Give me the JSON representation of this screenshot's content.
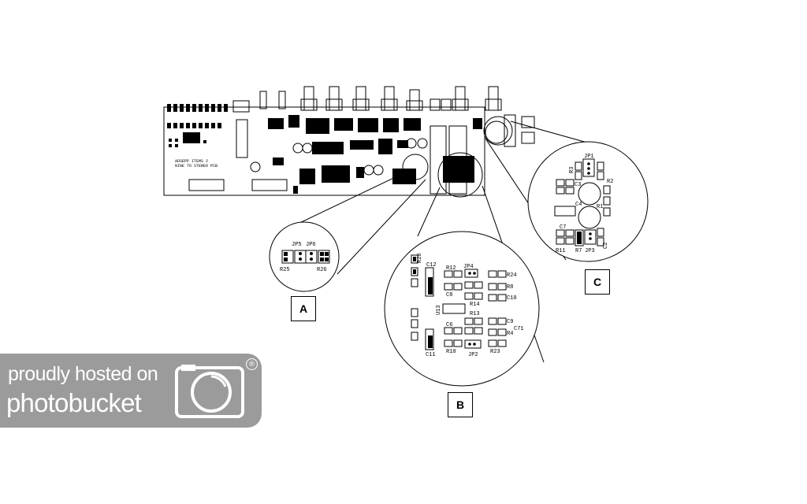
{
  "pcb": {
    "board_text_1": "ADSEPP ITEMS 2",
    "board_text_2": "NINE TO STEREO PCB"
  },
  "callout_a": {
    "letter": "A",
    "labels": [
      "JP5",
      "JP6",
      "R25",
      "R26"
    ]
  },
  "callout_b": {
    "letter": "B",
    "labels": [
      "R28",
      "C12",
      "R12",
      "JP4",
      "R24",
      "R8",
      "C8",
      "C10",
      "R14",
      "U13",
      "R13",
      "C6",
      "C9",
      "C71",
      "R4",
      "C11",
      "R10",
      "JP2",
      "R23"
    ]
  },
  "callout_c": {
    "letter": "C",
    "labels": [
      "JP1",
      "R3",
      "R2",
      "C3",
      "C4",
      "R1",
      "C7",
      "R11",
      "R7",
      "JP3",
      "C2"
    ]
  },
  "watermark": {
    "line1": "proudly hosted on",
    "line2": "photobucket",
    "reg": "®",
    "camera_icon": "camera-icon"
  }
}
